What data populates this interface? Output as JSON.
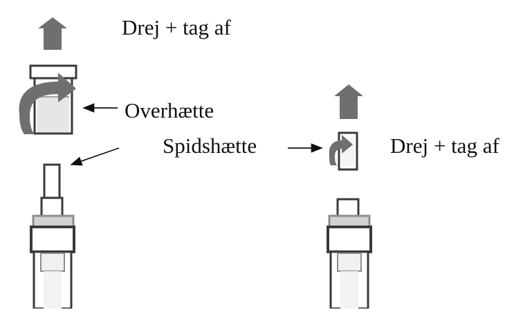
{
  "labels": {
    "left_action": "Drej + tag af",
    "outer_cap": "Overhætte",
    "tip_cap": "Spidshætte",
    "right_action": "Drej + tag af"
  },
  "colors": {
    "outline": "#3a3a3a",
    "arrow_fill": "#6f6f6f",
    "soft_gray": "#8c8c8c",
    "light_fill": "#e6e6e6",
    "background": "#ffffff"
  },
  "icons": {
    "left_lift_arrow": "up-arrow-icon",
    "left_twist_arrow": "curved-arrow-icon",
    "right_lift_arrow": "up-arrow-icon",
    "right_twist_arrow": "curved-arrow-icon"
  }
}
